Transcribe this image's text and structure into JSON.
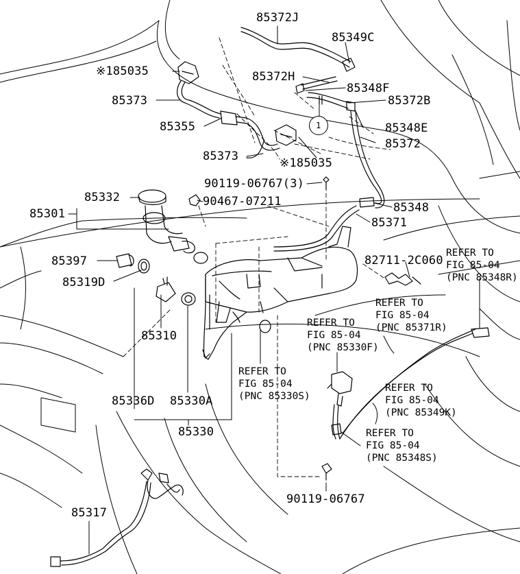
{
  "diagram": {
    "labels": {
      "p85372J": "85372J",
      "p85349C": "85349C",
      "p85035a": "※185035",
      "p85372H": "85372H",
      "p85348F": "85348F",
      "p85373a": "85373",
      "p85372B": "85372B",
      "p85355": "85355",
      "p85348E": "85348E",
      "p85372": "85372",
      "p85373b": "85373",
      "p85035b": "※185035",
      "p90119a": "90119-06767(3)",
      "p85332": "85332",
      "p90467": "90467-07211",
      "p85301": "85301",
      "p85348": "85348",
      "p85371": "85371",
      "p82711": "82711-2C060",
      "p85397": "85397",
      "p85319D": "85319D",
      "p85310": "85310",
      "p85336D": "85336D",
      "p85330A": "85330A",
      "p85330": "85330",
      "p85317": "85317",
      "p90119b": "90119-06767"
    },
    "callout": "1",
    "refs": {
      "r1": [
        "REFER TO",
        "FIG 85-04",
        "(PNC 85348R)"
      ],
      "r2": [
        "REFER TO",
        "FIG 85-04",
        "(PNC 85371R)"
      ],
      "r3": [
        "REFER TO",
        "FIG 85-04",
        "(PNC 85330F)"
      ],
      "r4": [
        "REFER TO",
        "FIG 85-04",
        "(PNC 85330S)"
      ],
      "r5": [
        "REFER TO",
        "FIG 85-04",
        "(PNC 85349K)"
      ],
      "r6": [
        "REFER TO",
        "FIG 85-04",
        "(PNC 85348S)"
      ]
    }
  }
}
